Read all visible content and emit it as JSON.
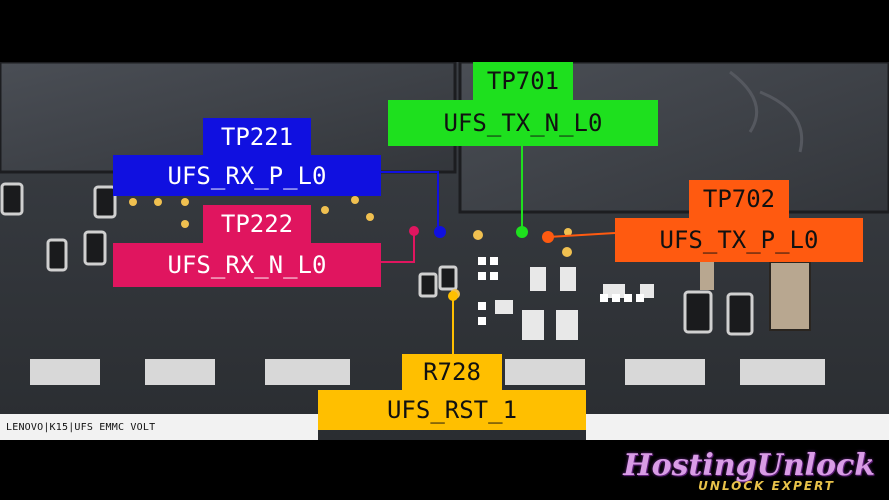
{
  "labels": [
    {
      "id": "tp221",
      "tp": "TP221",
      "signal": "UFS_RX_P_L0",
      "color": "#1010e0"
    },
    {
      "id": "tp222",
      "tp": "TP222",
      "signal": "UFS_RX_N_L0",
      "color": "#e0155f"
    },
    {
      "id": "tp701",
      "tp": "TP701",
      "signal": "UFS_TX_N_L0",
      "color": "#1ee01e"
    },
    {
      "id": "tp702",
      "tp": "TP702",
      "signal": "UFS_TX_P_L0",
      "color": "#ff5a10"
    },
    {
      "id": "r728",
      "tp": "R728",
      "signal": "UFS_RST_1",
      "color": "#ffbf00"
    }
  ],
  "caption": "LENOVO|K15|UFS EMMC VOLT",
  "brand": {
    "name": "HostingUnlock",
    "tagline": "UNLOCK EXPERT"
  }
}
